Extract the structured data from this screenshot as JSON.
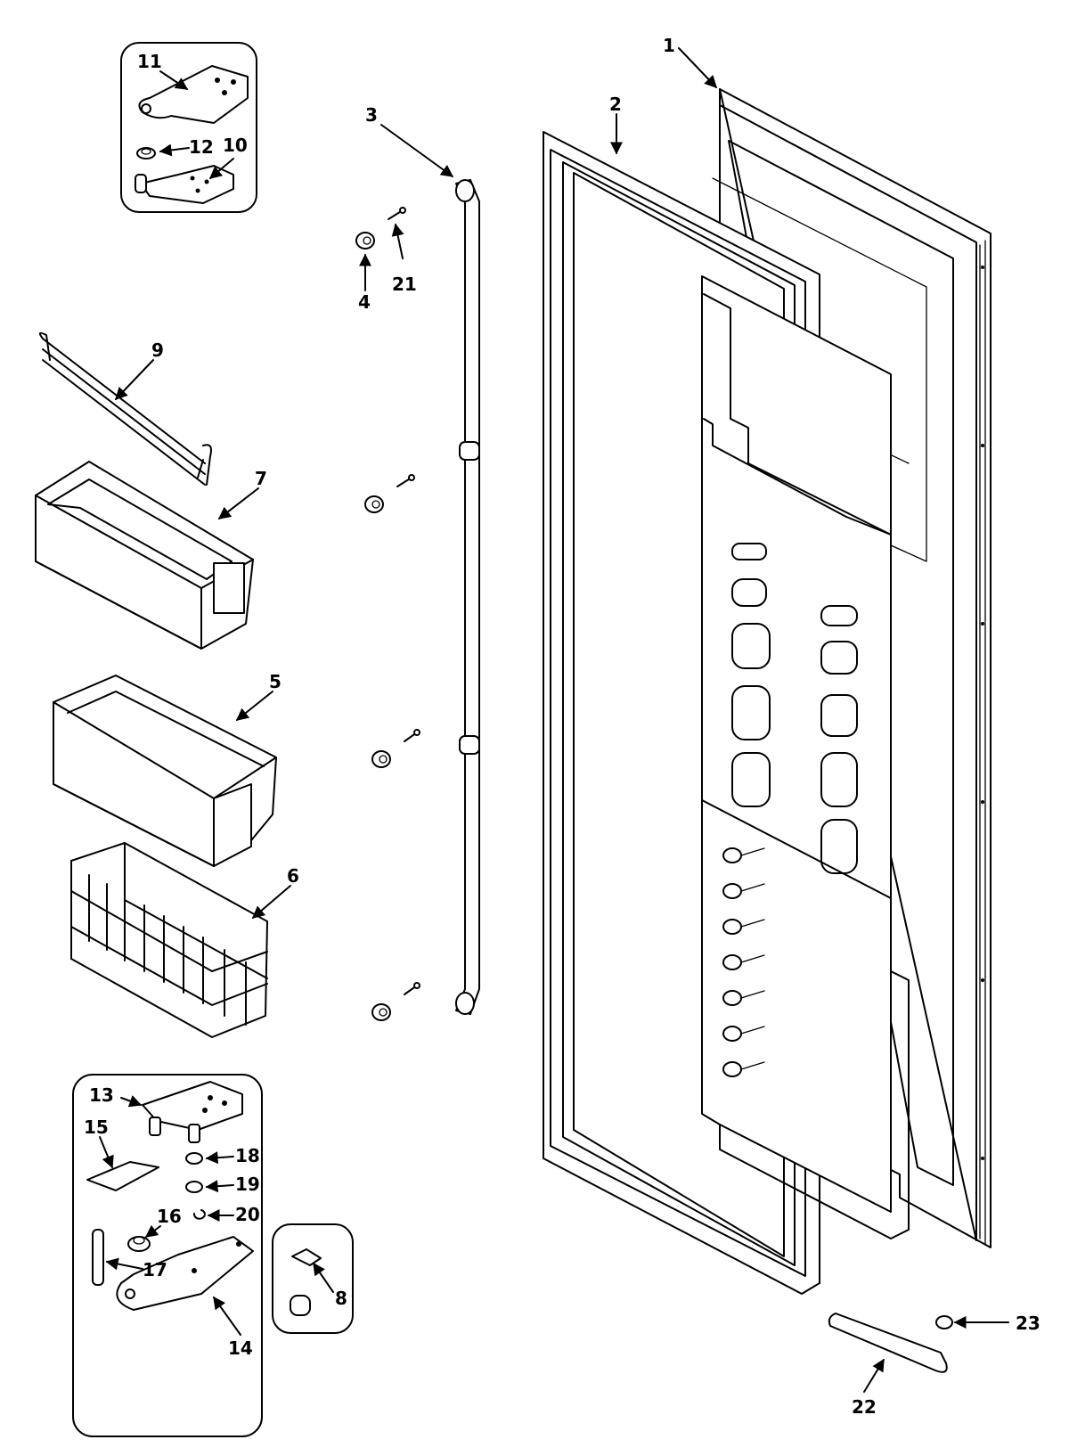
{
  "diagram": {
    "callouts": {
      "c1": "1",
      "c2": "2",
      "c3": "3",
      "c4": "4",
      "c5": "5",
      "c6": "6",
      "c7": "7",
      "c8": "8",
      "c9": "9",
      "c10": "10",
      "c11": "11",
      "c12": "12",
      "c13": "13",
      "c14": "14",
      "c15": "15",
      "c16": "16",
      "c17": "17",
      "c18": "18",
      "c19": "19",
      "c20": "20",
      "c21": "21",
      "c22": "22",
      "c23": "23"
    }
  }
}
